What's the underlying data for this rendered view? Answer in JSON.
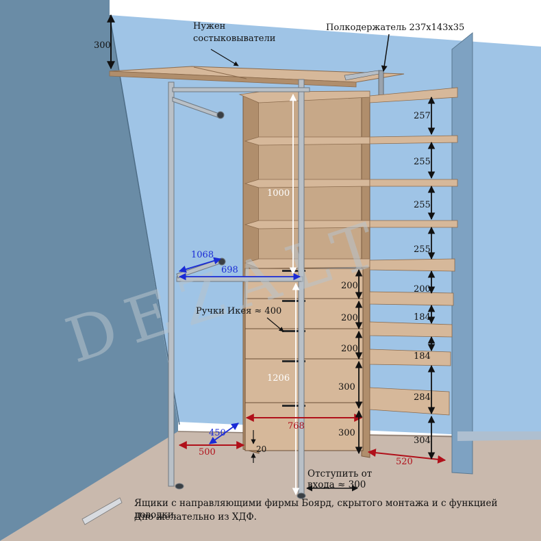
{
  "labels": {
    "top_height": "300",
    "connectors_note_1": "Нужен",
    "connectors_note_2": "состыковыватели",
    "shelf_holder": "Полкодержатель 237x143x35",
    "height_1000": "1000",
    "height_1206": "1206",
    "ikea_handles": "Ручки Икея ≈ 400",
    "rod_depth": "1068",
    "rod_width": "698",
    "base_depth": "450",
    "left_width": "500",
    "drawer_width": "768",
    "right_width": "520",
    "gap_20": "20",
    "offset_line1": "Отступить от",
    "offset_line2": "входа ≈ 300",
    "bottom_note_1": "Ящики с направляющими фирмы Боярд, скрытого монтажа и с функцией доводки.",
    "bottom_note_2": "Дно желательно из ХДФ.",
    "watermark": "DEZALT"
  },
  "drawer_heights": [
    "200",
    "200",
    "200",
    "300",
    "300"
  ],
  "right_shelf_gaps": [
    "257",
    "255",
    "255",
    "255",
    "200",
    "184",
    "184",
    "284",
    "304"
  ],
  "colors": {
    "wall_left": "#6a8ca6",
    "wall_back": "#9fc4e6",
    "wood": "#d6b89a",
    "wood_dark": "#b08e6c",
    "floor": "#c9b9ad",
    "blue_dim": "#1a2bd6",
    "red_dim": "#b0101a"
  }
}
